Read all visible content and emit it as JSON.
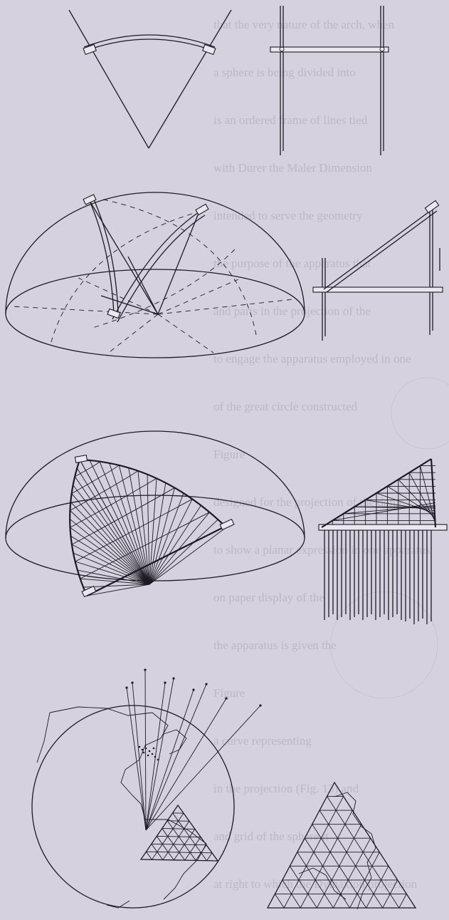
{
  "page": {
    "background_color": "#d6d1de",
    "ink_color": "#1c1a22"
  },
  "show_through": {
    "rows": [
      "that the very nature of the arch, when",
      "a sphere is being divided into",
      "is an ordered frame of lines tied",
      "with Durer the Maler Dimension",
      "intended to serve the geometry",
      "the purpose of the apparatus that",
      "and parts in the projection of the",
      "to engage the apparatus employed in one",
      "of the great circle constructed",
      "Figure",
      "designed for the projection of the dome",
      "to show a planar expression in one apparatus",
      "on paper display of the",
      "the apparatus is given the",
      "Figure",
      "a curve representing",
      "in the projection (Fig. 13) and",
      "and grid of the sphere it",
      "at right to which the Dymaxion projection"
    ]
  }
}
